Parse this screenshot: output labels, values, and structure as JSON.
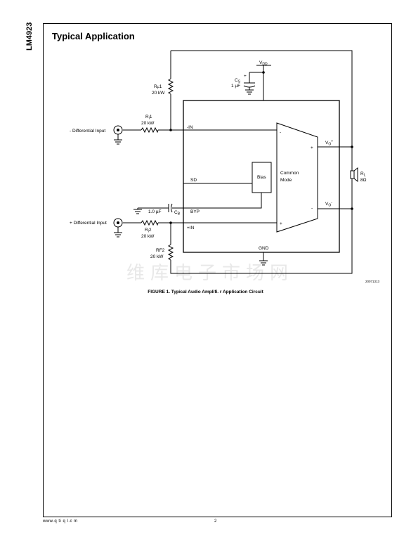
{
  "page": {
    "part_number": "LM4923",
    "section_title": "Typical Application",
    "page_number": "2",
    "footer_left": "www.q  ti  q  l.c  m"
  },
  "figure": {
    "caption": "FIGURE 1. Typical Audio Amplifi. r Application Circuit",
    "code": "20071313",
    "watermark": "维库电子市场网"
  },
  "circuit": {
    "vdd": {
      "main": "V",
      "sub": "DD"
    },
    "cs": {
      "main": "C",
      "sub": "S",
      "value": "1 µF",
      "polarity": "+"
    },
    "rf1": {
      "main": "R",
      "sub": "F",
      "suffix": "1",
      "value": "20 kW"
    },
    "ri1": {
      "main": "R",
      "sub": "i",
      "suffix": "1",
      "value": "20 kW"
    },
    "ri2": {
      "main": "R",
      "sub": "i",
      "suffix": "2",
      "value": "20 kW"
    },
    "rf2": {
      "main": "RF2",
      "value": "20 kW"
    },
    "cb": {
      "main": "C",
      "sub": "B",
      "value": "1.0 µF"
    },
    "rl": {
      "main": "R",
      "sub": "L",
      "value": "8Ω"
    },
    "inputs": {
      "minus": "- Differential Input",
      "plus": "+ Differential Input"
    },
    "pins": {
      "minus_in": "-IN",
      "plus_in": "+IN",
      "sd": "SD",
      "byp": "BYP",
      "gnd": "GND"
    },
    "bias": "Bias",
    "common_mode": [
      "Common",
      "Mode"
    ],
    "amp_minus": "-",
    "amp_plus": "+",
    "vo_plus": {
      "main": "V",
      "sub": "O",
      "sup": "+"
    },
    "vo_minus": {
      "main": "V",
      "sub": "O",
      "sup": "-"
    },
    "out_plus": "+",
    "out_minus": "-"
  }
}
